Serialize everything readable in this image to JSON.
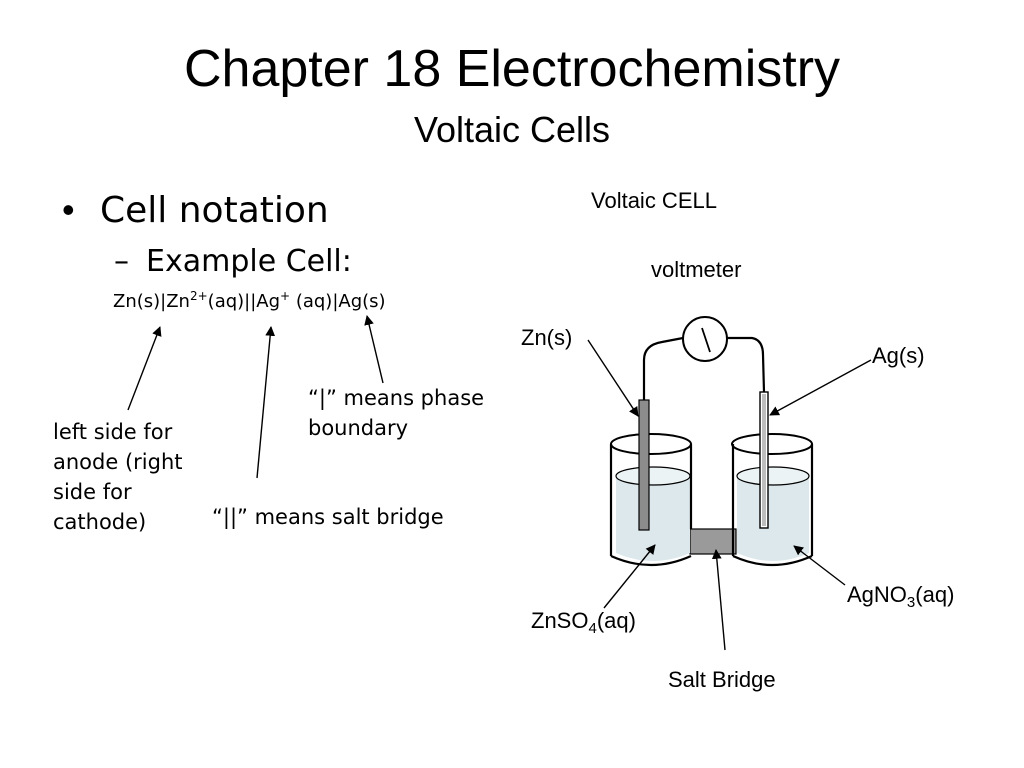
{
  "title": "Chapter 18 Electrochemistry",
  "subtitle": "Voltaic Cells",
  "content": {
    "bullet_mark": "•",
    "bullet": "Cell notation",
    "sub_mark": "–",
    "sub_bullet": "Example Cell:",
    "notation": {
      "part1": "Zn(s)|Zn",
      "sup1": "2+",
      "part2": "(aq)||Ag",
      "sup2": "+",
      "part3": " (aq)|Ag(s)"
    },
    "notes": {
      "anode": "left side for anode (right side for cathode)",
      "phase": "“|” means phase boundary",
      "salt_bridge": "“||” means salt bridge"
    }
  },
  "diagram": {
    "caption": "Voltaic CELL",
    "voltmeter": "voltmeter",
    "zn_electrode": "Zn(s)",
    "ag_electrode": "Ag(s)",
    "agno3": {
      "base": "AgNO",
      "sub": "3",
      "tail": "(aq)"
    },
    "znso4": {
      "base": "ZnSO",
      "sub": "4",
      "tail": "(aq)"
    },
    "salt_bridge": "Salt Bridge"
  }
}
